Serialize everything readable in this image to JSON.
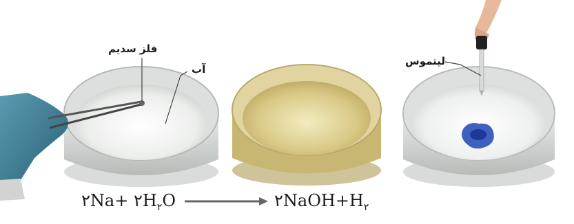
{
  "labels": {
    "sodium_metal": "فلز سدیم",
    "water": "آب",
    "litmus": "لیتموس"
  },
  "equation": {
    "reactants": {
      "na_coeff": "۲",
      "na": "Na",
      "plus": "+ ",
      "h2o_coeff": "۲",
      "h": "H",
      "h_sub": "۲",
      "o": "O"
    },
    "products": {
      "naoh_coeff": "۲",
      "naoh": "NaOH",
      "plus": "+",
      "h": "H",
      "h_sub": "۲"
    }
  },
  "colors": {
    "glove": "#3a7a94",
    "water_clear": "#f3f3f0",
    "solution_yellow": "#d6c580",
    "litmus_blue": "#2244aa",
    "arrow": "#666666"
  }
}
